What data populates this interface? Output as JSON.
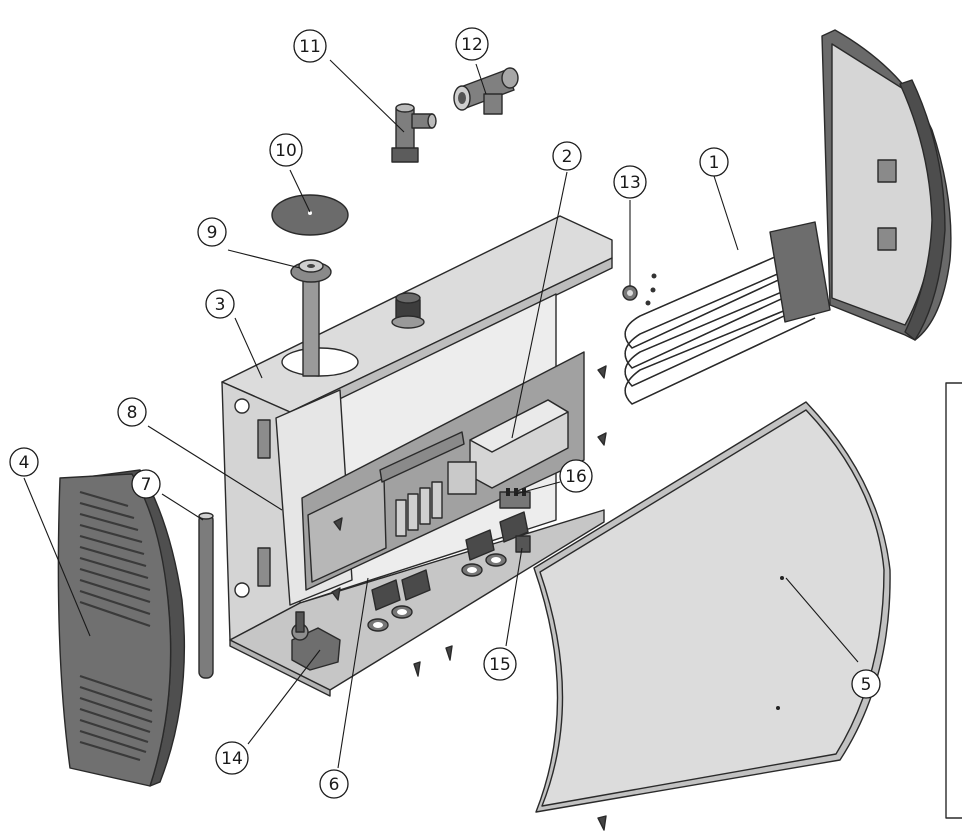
{
  "callouts": [
    {
      "id": "1",
      "label": "1"
    },
    {
      "id": "2",
      "label": "2"
    },
    {
      "id": "3",
      "label": "3"
    },
    {
      "id": "4",
      "label": "4"
    },
    {
      "id": "5",
      "label": "5"
    },
    {
      "id": "6",
      "label": "6"
    },
    {
      "id": "7",
      "label": "7"
    },
    {
      "id": "8",
      "label": "8"
    },
    {
      "id": "9",
      "label": "9"
    },
    {
      "id": "10",
      "label": "10"
    },
    {
      "id": "11",
      "label": "11"
    },
    {
      "id": "12",
      "label": "12"
    },
    {
      "id": "13",
      "label": "13"
    },
    {
      "id": "14",
      "label": "14"
    },
    {
      "id": "15",
      "label": "15"
    },
    {
      "id": "16",
      "label": "16"
    }
  ],
  "colors": {
    "line": "#1a1a1a",
    "panel_light": "#e2e2e2",
    "panel_mid": "#c9c9c9",
    "panel_dark": "#5a5a5a",
    "cover_front": "#6f6f6f",
    "circuit_board": "#9a9a9a",
    "tube": "#7d7d7d",
    "background": "#ffffff"
  }
}
